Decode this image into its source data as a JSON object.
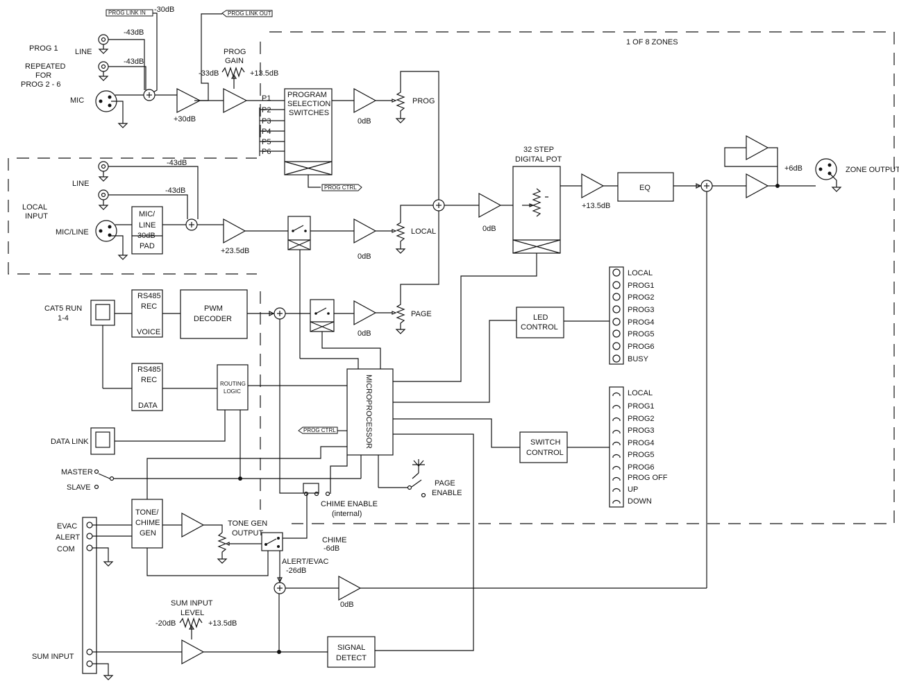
{
  "zone_label": "1 OF 8 ZONES",
  "prog": {
    "prog1": "PROG 1",
    "line": "LINE",
    "repeated": [
      "REPEATED",
      "FOR",
      "PROG 2 - 6"
    ],
    "mic": "MIC",
    "line_level": "-43dB",
    "mic_level": "-43dB",
    "link_in": "PROG LINK IN",
    "link_in_level": "-30dB",
    "link_out": "PROG LINK OUT",
    "mic_gain": "+30dB",
    "gain_label": [
      "PROG",
      "GAIN"
    ],
    "gain_min": "-33dB",
    "gain_max": "+13.5dB"
  },
  "prog_switch": {
    "title": [
      "PROGRAM",
      "SELECTION",
      "SWITCHES"
    ],
    "inputs": [
      "P1",
      "P2",
      "P3",
      "P4",
      "P5",
      "P6"
    ],
    "ctrl": "PROG CTRL",
    "out_level": "0dB",
    "pot_label": "PROG"
  },
  "local": {
    "label": [
      "LOCAL",
      "INPUT"
    ],
    "line": "LINE",
    "mic_line": "MIC/LINE",
    "line_level": "-43dB",
    "mic_level": "-43dB",
    "pad": [
      "MIC/",
      "LINE",
      "30dB",
      "PAD"
    ],
    "gain": "+23.5dB",
    "out_level": "0dB",
    "pot_label": "LOCAL"
  },
  "page": {
    "cat5": [
      "CAT5 RUN",
      "1-4"
    ],
    "rs485_voice": [
      "RS485",
      "REC",
      "VOICE"
    ],
    "pwm": [
      "PWM",
      "DECODER"
    ],
    "out_level": "0dB",
    "pot_label": "PAGE",
    "rs485_data": [
      "RS485",
      "REC",
      "DATA"
    ],
    "routing": [
      "ROUTING",
      "LOGIC"
    ],
    "data_link": "DATA LINK"
  },
  "mixer": {
    "out_level": "0dB",
    "digital_pot": [
      "32 STEP",
      "DIGITAL POT"
    ],
    "post_gain": "+13.5dB",
    "eq": "EQ",
    "out_gain": "+6dB",
    "zone_output": "ZONE OUTPUT"
  },
  "micro": {
    "label": "MICROPROCESSOR",
    "prog_ctrl": "PROG CTRL",
    "led_control": [
      "LED",
      "CONTROL"
    ],
    "switch_control": [
      "SWITCH",
      "CONTROL"
    ],
    "leds": [
      "LOCAL",
      "PROG1",
      "PROG2",
      "PROG3",
      "PROG4",
      "PROG5",
      "PROG6",
      "BUSY"
    ],
    "switches": [
      "LOCAL",
      "PROG1",
      "PROG2",
      "PROG3",
      "PROG4",
      "PROG5",
      "PROG6",
      "PROG OFF",
      "UP",
      "DOWN"
    ],
    "master": "MASTER",
    "slave": "SLAVE",
    "page_enable": [
      "PAGE",
      "ENABLE"
    ],
    "chime_enable": [
      "CHIME ENABLE",
      "(internal)"
    ]
  },
  "tone": {
    "evac": "EVAC",
    "alert": "ALERT",
    "com": "COM",
    "gen": [
      "TONE/",
      "CHIME",
      "GEN"
    ],
    "tone_gen_output": [
      "TONE GEN",
      "OUTPUT"
    ],
    "chime": [
      "CHIME",
      "-6dB"
    ],
    "alert_evac": [
      "ALERT/EVAC",
      "-26dB"
    ],
    "out_level": "0dB"
  },
  "sum": {
    "label": [
      "SUM INPUT",
      "LEVEL"
    ],
    "min": "-20dB",
    "max": "+13.5dB",
    "input": "SUM INPUT",
    "detect": [
      "SIGNAL",
      "DETECT"
    ]
  }
}
